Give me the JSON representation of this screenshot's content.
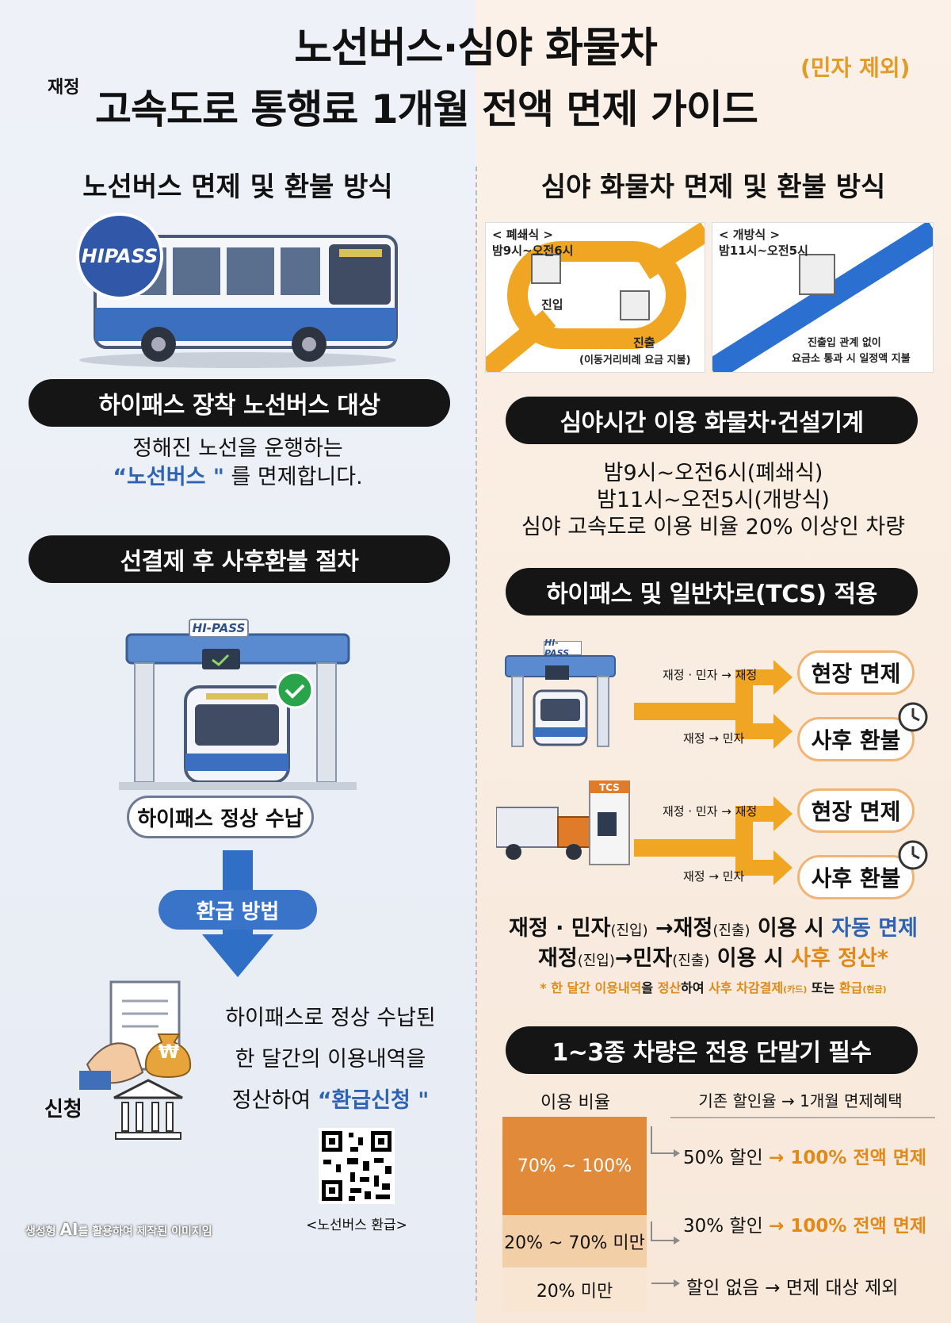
{
  "header": {
    "title_line1": "노선버스·심야 화물차",
    "title_line2": "고속도로 통행료 1개월 전액 면제 가이드",
    "title_tag": "재정",
    "title_note": "(민자 제외)"
  },
  "left": {
    "heading": "노선버스 면제 및 환불 방식",
    "hipass_logo": "HIPASS",
    "pill_target": "하이패스 장착 노선버스 대상",
    "target_line1": "정해진 노선을 운행하는",
    "target_quote": "“노선버스 \"",
    "target_rest": " 를 면제합니다.",
    "pill_procedure": "선결제 후 사후환불 절차",
    "gate_sign": "HI-PASS",
    "normal_pay": "하이패스 정상 수납",
    "refund_method": "환급 방법",
    "apply_label": "신청",
    "refund_line1": "하이패스로 정상 수납된",
    "refund_line2": "한 달간의 이용내역을",
    "refund_line3a": "정산하여 ",
    "refund_line3b": "“환급신청 \"",
    "qr_caption": "<노선버스 환급>",
    "ai_notice_a": "생성형 ",
    "ai_notice_b": "AI",
    "ai_notice_c": "를 활용하여 제작된 이미지임",
    "won_symbol": "₩"
  },
  "right": {
    "heading": "심야 화물차 면제 및 환불 방식",
    "closed_title": "< 폐쇄식 >",
    "closed_time": "밤9시~오전6시",
    "closed_entry": "진입",
    "closed_exit1": "진출",
    "closed_exit2": "(이동거리비례 요금 지불)",
    "open_title": "< 개방식 >",
    "open_time": "밤11시~오전5시",
    "open_desc1": "진출입 관계 없이",
    "open_desc2": "요금소 통과 시 일정액 지불",
    "pill_target": "심야시간 이용 화물차·건설기계",
    "time_line1": "밤9시~오전6시(폐쇄식)",
    "time_line2": "밤11시~오전5시(개방식)",
    "time_line3": "심야 고속도로 이용 비율 20% 이상인 차량",
    "pill_apply": "하이패스 및 일반차로(TCS) 적용",
    "hipass_sign": "HI-PASS",
    "tcs_sign": "TCS",
    "route_a": "재정 · 민자 → 재정",
    "route_b": "재정 → 민자",
    "result_a": "현장 면제",
    "result_b": "사후 환불",
    "rule1a": "재정 · 민자",
    "rule1b": "(진입)",
    "rule1c": " →재정",
    "rule1d": "(진출)",
    "rule1e": " 이용 시 ",
    "rule1f": "자동 면제",
    "rule2a": "재정",
    "rule2b": "(진입)",
    "rule2c": "→민자",
    "rule2d": "(진출)",
    "rule2e": " 이용 시 ",
    "rule2f": "사후 정산*",
    "foot_a": "* 한 달간 이용내역",
    "foot_b": "을 ",
    "foot_c": "정산",
    "foot_d": "하여 ",
    "foot_e": "사후 차감결제",
    "foot_f": "(카드)",
    "foot_g": " 또는 ",
    "foot_h": "환급",
    "foot_i": "(현금)",
    "pill_terminal": "1~3종 차량은 전용 단말기 필수",
    "table": {
      "col_usage": "이용 비율",
      "col_benefit": "기존 할인율 →  1개월 면제혜택",
      "rows": [
        {
          "range": "70% ~ 100%",
          "before": "50% 할인",
          "after": "→ 100% 전액 면제"
        },
        {
          "range": "20% ~ 70% 미만",
          "before": "30% 할인",
          "after": "→ 100% 전액 면제"
        },
        {
          "range": "20% 미만",
          "before": "할인 없음",
          "after": "→ 면제 대상 제외"
        }
      ]
    }
  },
  "colors": {
    "accent_orange": "#e08a1a",
    "accent_blue": "#2e63b4",
    "pill_black": "#151515"
  }
}
